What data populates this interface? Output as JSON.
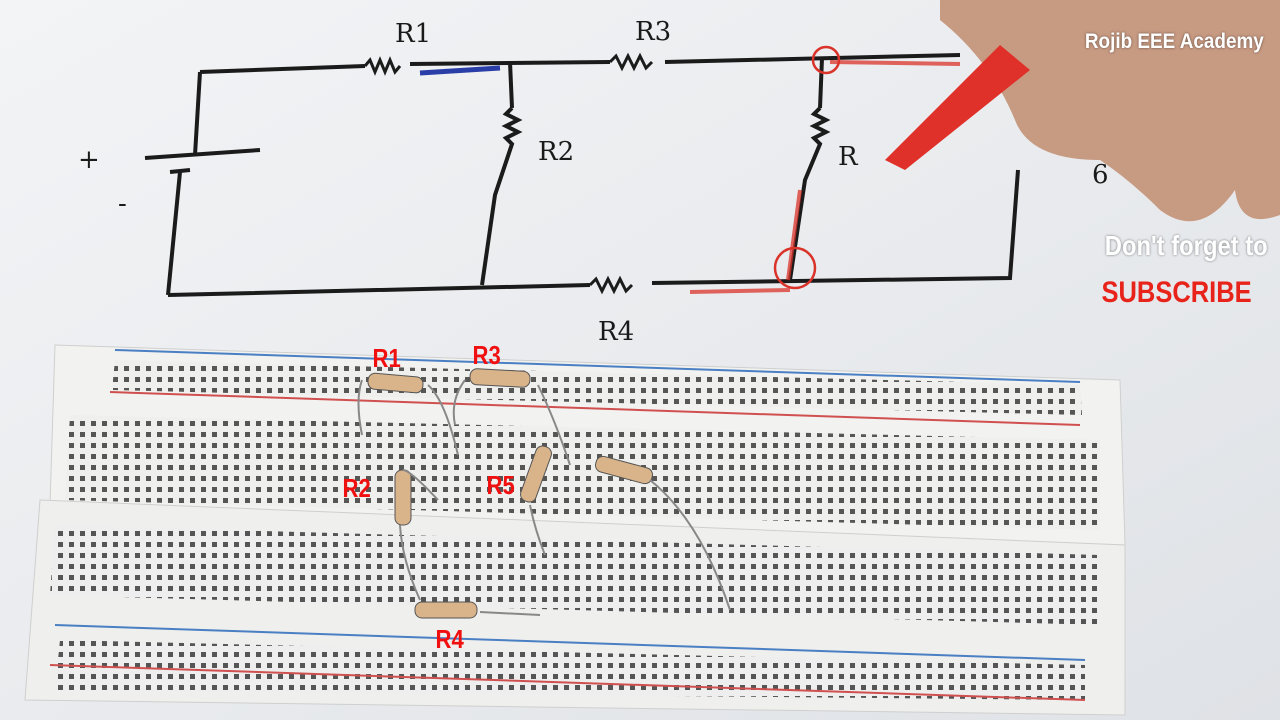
{
  "watermark": {
    "channel": "Rojib EEE Academy",
    "cta": "Don't forget to",
    "subscribe": "SUBSCRIBE"
  },
  "schematic": {
    "labels": {
      "r1": "R1",
      "r2": "R2",
      "r3": "R3",
      "r4": "R4",
      "r5": "R",
      "r6": "6",
      "plus": "+",
      "minus": "-"
    }
  },
  "breadboard": {
    "resistor_labels": [
      "R1",
      "R3",
      "R2",
      "R5",
      "R4"
    ]
  },
  "colors": {
    "label_red": "#f01010",
    "rail_blue": "#4a7fc4",
    "rail_red": "#d05050"
  }
}
